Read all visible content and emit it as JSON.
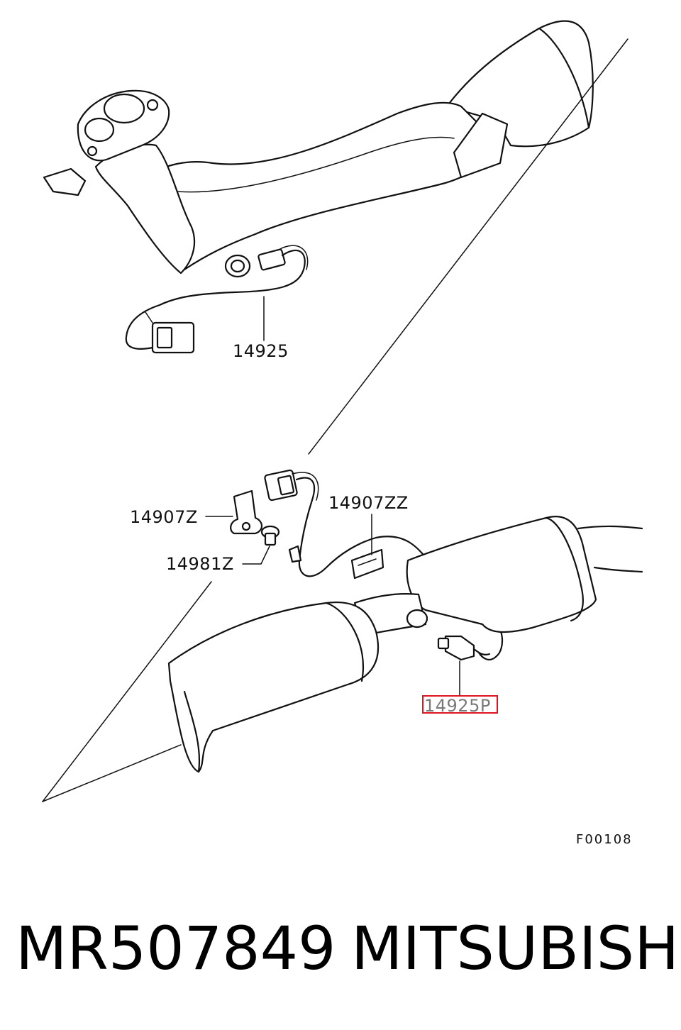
{
  "diagram": {
    "labels": {
      "sensor_front": "14925",
      "bracket": "14907Z",
      "bolt": "14981Z",
      "clip": "14907ZZ",
      "sensor_rear": "14925P",
      "figure_code": "F00108"
    },
    "highlight_color": "#e0141e"
  },
  "footer": {
    "part_number": "MR507849",
    "brand": "MITSUBISHI"
  }
}
